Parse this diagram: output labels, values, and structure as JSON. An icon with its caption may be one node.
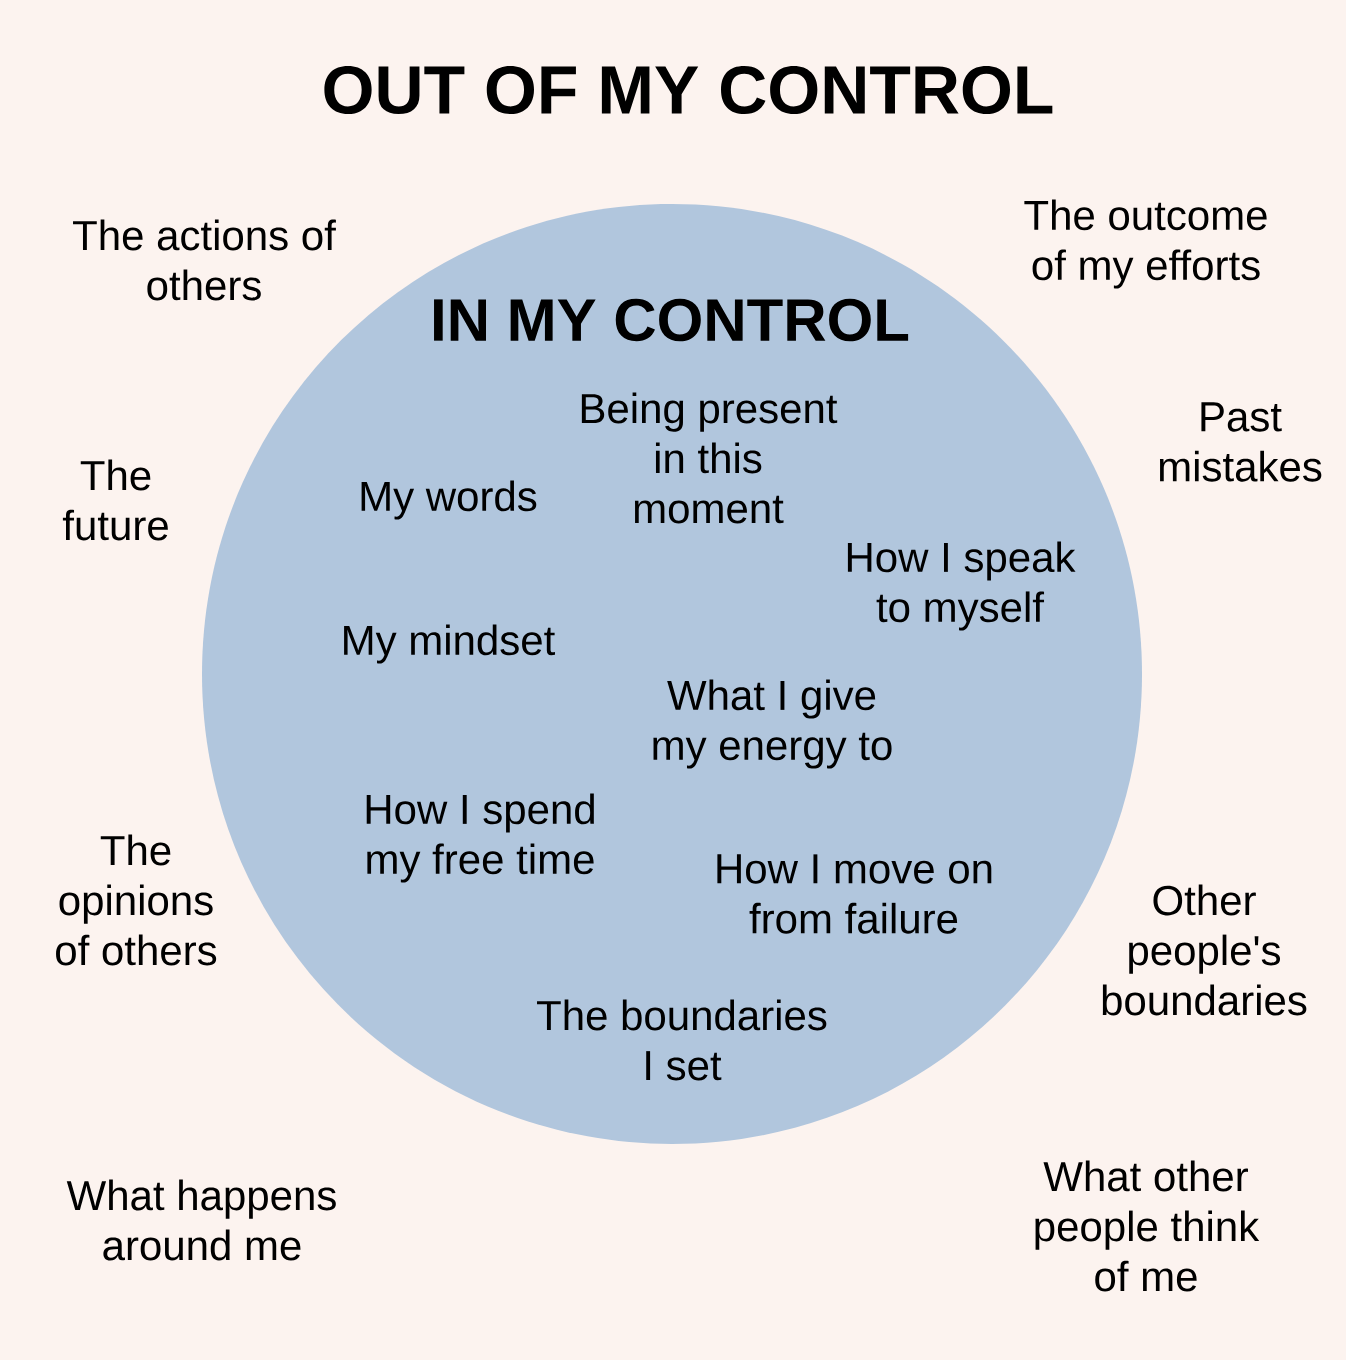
{
  "diagram": {
    "title": "OUT OF MY CONTROL",
    "nodes": [
      {
        "text": [
          "IN MY CONTROL",
          "My words",
          "Being present in this moment",
          "How I speak to myself",
          "My mindset",
          "What I give my energy to",
          "How I spend my free time",
          "How I move on from failure",
          "The boundaries I set"
        ]
      }
    ],
    "labels": [
      "The actions of others",
      "The outcome of my efforts",
      "The future",
      "Past mistakes",
      "The opinions of others",
      "Other people's boundaries",
      "What happens around me",
      "What other people think of me"
    ]
  }
}
